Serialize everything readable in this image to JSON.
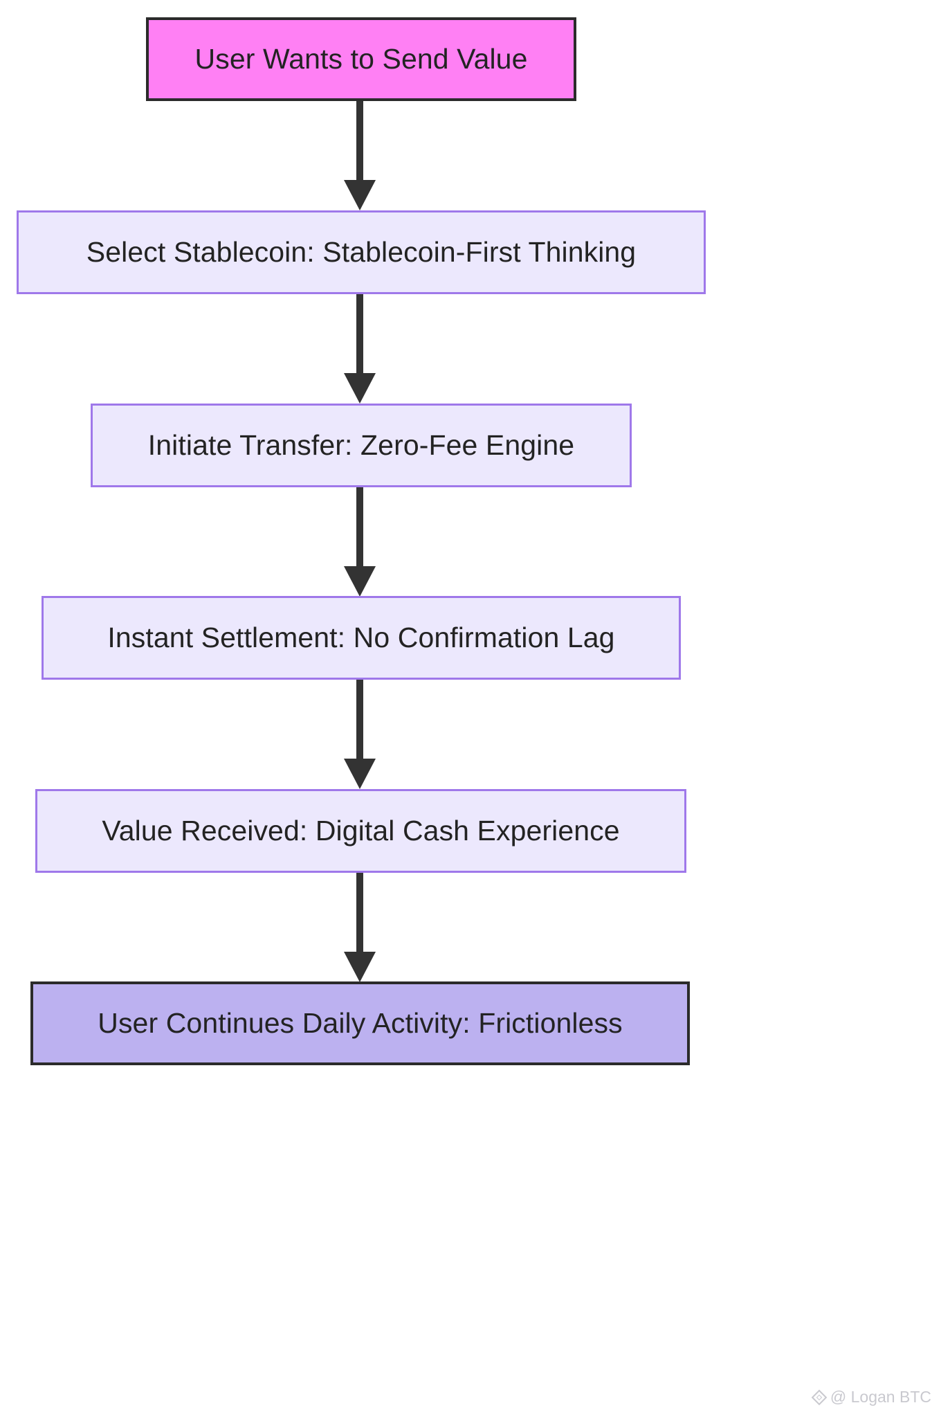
{
  "diagram": {
    "type": "flowchart",
    "direction": "top-to-bottom",
    "nodes": [
      {
        "id": "start",
        "label": "User Wants to Send Value",
        "style": "start"
      },
      {
        "id": "select",
        "label": "Select Stablecoin: Stablecoin-First Thinking",
        "style": "step"
      },
      {
        "id": "initiate",
        "label": "Initiate Transfer: Zero-Fee Engine",
        "style": "step"
      },
      {
        "id": "instant",
        "label": "Instant Settlement: No Confirmation Lag",
        "style": "step"
      },
      {
        "id": "value",
        "label": "Value Received: Digital Cash Experience",
        "style": "step"
      },
      {
        "id": "continue",
        "label": "User Continues Daily Activity: Frictionless",
        "style": "end"
      }
    ],
    "edges": [
      {
        "from": "start",
        "to": "select",
        "label": ""
      },
      {
        "from": "select",
        "to": "initiate",
        "label": ""
      },
      {
        "from": "initiate",
        "to": "instant",
        "label": ""
      },
      {
        "from": "instant",
        "to": "value",
        "label": ""
      },
      {
        "from": "value",
        "to": "continue",
        "label": ""
      }
    ],
    "colors": {
      "background": "#ffffff",
      "start_fill": "#ff80f4",
      "start_border": "#2b2b2b",
      "step_fill": "#ece8fd",
      "step_border": "#9f78ea",
      "end_fill": "#bcb1f0",
      "end_border": "#2b2b2b",
      "edge": "#333333",
      "text": "#232323"
    }
  },
  "watermark": {
    "icon": "diamond-logo-icon",
    "text": "@ Logan BTC"
  }
}
